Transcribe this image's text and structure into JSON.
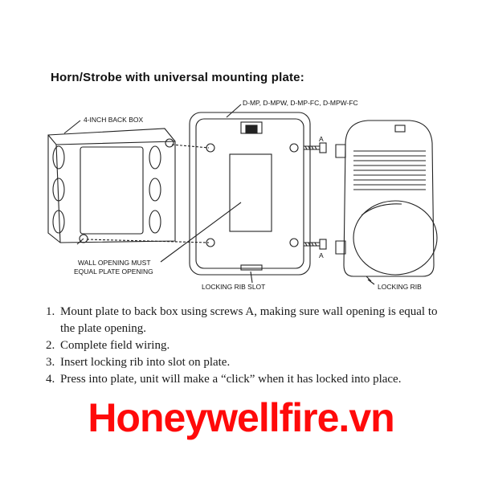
{
  "heading": "Horn/Strobe with universal mounting plate:",
  "labels": {
    "back_box": "4-INCH BACK BOX",
    "plate_models": "D-MP, D-MPW, D-MP-FC, D-MPW-FC",
    "screw_a_top": "A",
    "screw_a_bottom": "A",
    "wall_opening_line1": "WALL OPENING MUST",
    "wall_opening_line2": "EQUAL PLATE OPENING",
    "locking_rib_slot": "LOCKING RIB SLOT",
    "locking_rib": "LOCKING RIB"
  },
  "steps": [
    {
      "num": "1.",
      "text": "Mount plate to back box using screws A, making sure wall opening is equal to the plate opening."
    },
    {
      "num": "2.",
      "text": "Complete field wiring."
    },
    {
      "num": "3.",
      "text": "Insert locking rib into slot on plate."
    },
    {
      "num": "4.",
      "text": "Press into plate, unit will make a “click” when it has locked into place."
    }
  ],
  "watermark": "Honeywellfire.vn",
  "colors": {
    "watermark": "#ff0a0a",
    "line": "#222222"
  }
}
